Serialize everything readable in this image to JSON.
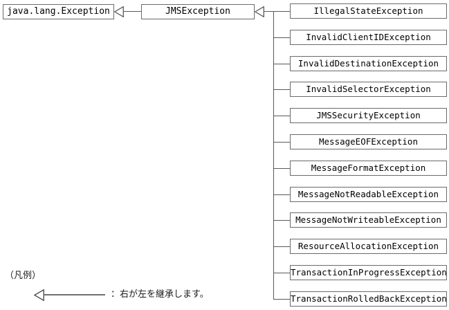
{
  "diagram": {
    "base_class": {
      "label": "java.lang.Exception"
    },
    "parent_class": {
      "label": "JMSException"
    },
    "child_classes": [
      "IllegalStateException",
      "InvalidClientIDException",
      "InvalidDestinationException",
      "InvalidSelectorException",
      "JMSSecurityException",
      "MessageEOFException",
      "MessageFormatException",
      "MessageNotReadableException",
      "MessageNotWriteableException",
      "ResourceAllocationException",
      "TransactionInProgressException",
      "TransactionRolledBackException"
    ],
    "legend": {
      "heading": "（凡例）",
      "arrow_label": "：右が左を継承します。"
    },
    "colors": {
      "line": "#595959",
      "box_border": "#6a6a6a",
      "box_fill": "#ffffff",
      "text": "#000000"
    }
  }
}
